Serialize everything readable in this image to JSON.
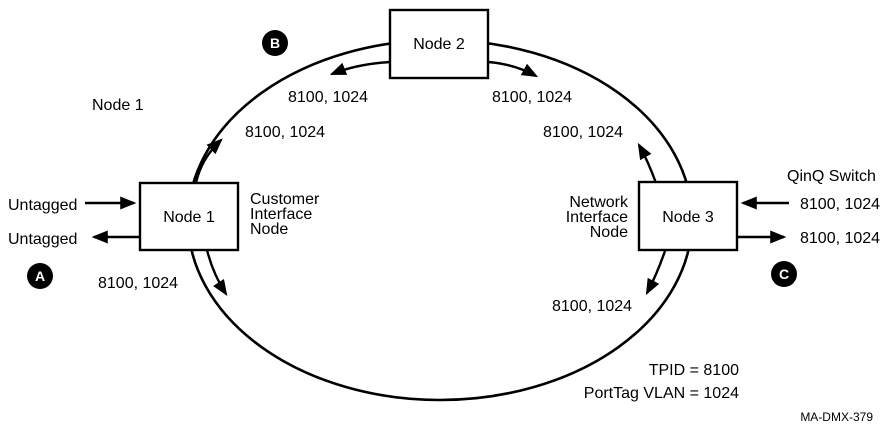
{
  "nodes": {
    "node1": {
      "label": "Node 1"
    },
    "node2": {
      "label": "Node 2"
    },
    "node3": {
      "label": "Node 3"
    }
  },
  "annotations": {
    "node1_callout": "Node 1",
    "customer_role": {
      "line1": "Customer",
      "line2": "Interface",
      "line3": "Node"
    },
    "network_role": {
      "line1": "Network",
      "line2": "Interface",
      "line3": "Node"
    },
    "qinq_switch": "QinQ Switch",
    "tpid": "TPID = 8100",
    "porttag_vlan": "PortTag VLAN = 1024",
    "figure_id": "MA-DMX-379"
  },
  "badges": {
    "a": "A",
    "b": "B",
    "c": "C"
  },
  "ring_labels": {
    "node2_to_node1": "8100, 1024",
    "node1_to_node2": "8100, 1024",
    "node2_to_node3": "8100, 1024",
    "node3_to_node2": "8100, 1024",
    "node1_to_node3": "8100, 1024",
    "node3_to_node1": "8100, 1024"
  },
  "external_links": {
    "untagged_in": "Untagged",
    "untagged_out": "Untagged",
    "qinq_in": "8100, 1024",
    "qinq_out": "8100, 1024"
  },
  "colors": {
    "ink": "#000000",
    "background": "#ffffff"
  }
}
